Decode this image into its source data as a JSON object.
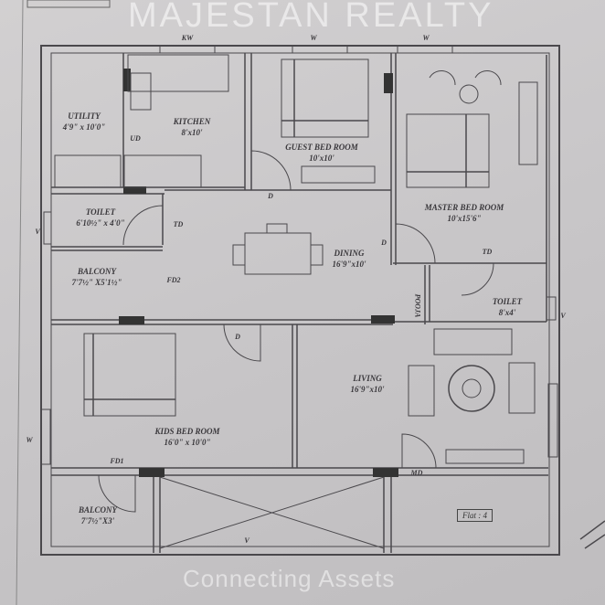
{
  "watermark": {
    "brand": "MAJESTAN REALTY",
    "tagline": "Connecting Assets"
  },
  "openings": {
    "kw": "KW",
    "w_top_1": "W",
    "w_top_2": "W",
    "v_left": "V",
    "v_right": "V",
    "w_left": "W",
    "v_bottom": "V"
  },
  "rooms": {
    "utility": {
      "name": "UTILITY",
      "size": "4'9\" x 10'0\""
    },
    "kitchen": {
      "name": "KITCHEN",
      "size": "8'x10'"
    },
    "guest": {
      "name": "GUEST BED ROOM",
      "size": "10'x10'"
    },
    "master": {
      "name": "MASTER BED ROOM",
      "size": "10'x15'6\""
    },
    "toilet1": {
      "name": "TOILET",
      "size": "6'10½\" x 4'0\""
    },
    "dining": {
      "name": "DINING",
      "size": "16'9\"x10'"
    },
    "balcony1": {
      "name": "BALCONY",
      "size": "7'7½\" X5'1½\""
    },
    "pooja": {
      "name": "POOJA"
    },
    "toilet2": {
      "name": "TOILET",
      "size": "8'x4'"
    },
    "living": {
      "name": "LIVING",
      "size": "16'9\"x10'"
    },
    "kids": {
      "name": "KIDS BED ROOM",
      "size": "16'0\" x 10'0\""
    },
    "balcony2": {
      "name": "BALCONY",
      "size": "7'7½\"X3'"
    }
  },
  "doors": {
    "ud": "UD",
    "td1": "TD",
    "d_guest": "D",
    "d_master": "D",
    "td2": "TD",
    "fd2": "FD2",
    "d_kids": "D",
    "fd1": "FD1",
    "md": "MD"
  },
  "flat_label": "Flat : 4"
}
